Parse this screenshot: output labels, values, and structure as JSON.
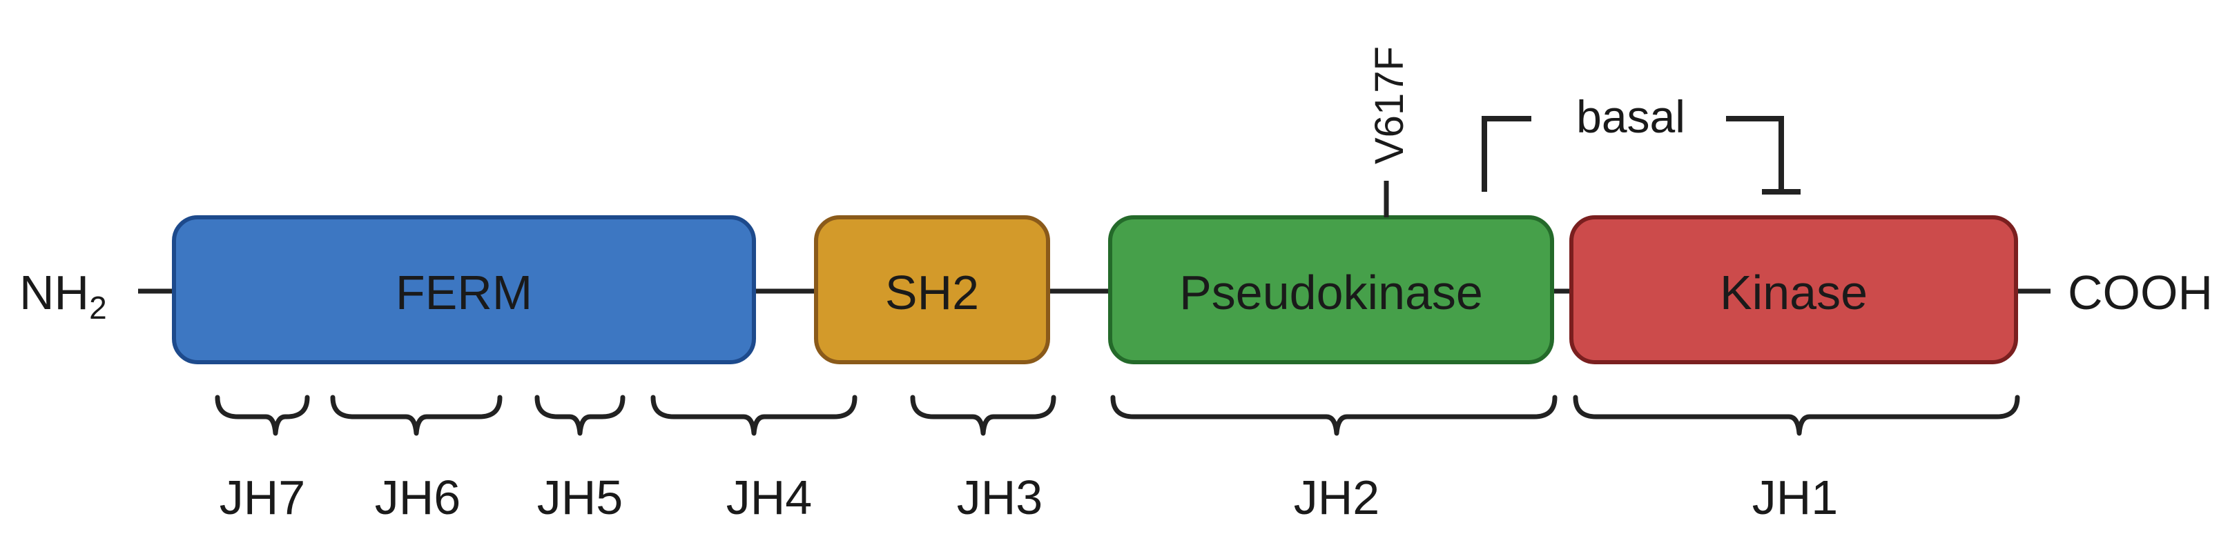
{
  "termini": {
    "n": "NH",
    "n_sub": "2",
    "c": "COOH"
  },
  "domains": [
    {
      "id": "ferm",
      "label": "FERM",
      "fill": "#3d77c2",
      "stroke": "#1d4a8c"
    },
    {
      "id": "sh2",
      "label": "SH2",
      "fill": "#d39a2a",
      "stroke": "#8a5a1a"
    },
    {
      "id": "pseudokinase",
      "label": "Pseudokinase",
      "fill": "#46a04a",
      "stroke": "#246a2a"
    },
    {
      "id": "kinase",
      "label": "Kinase",
      "fill": "#cc4b4b",
      "stroke": "#7a1f1f"
    }
  ],
  "jh_regions": [
    "JH7",
    "JH6",
    "JH5",
    "JH4",
    "JH3",
    "JH2",
    "JH1"
  ],
  "mutation": "V617F",
  "regulation": "basal",
  "colors": {
    "line": "#222222",
    "text": "#1a1a1a"
  }
}
